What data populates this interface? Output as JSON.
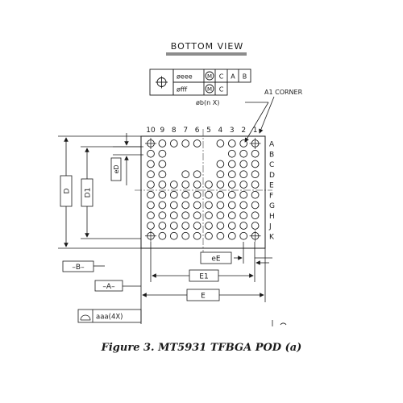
{
  "title": "BOTTOM VIEW",
  "fcf": {
    "row1": {
      "tol": "øeee",
      "mod": "M",
      "datums": [
        "C",
        "A",
        "B"
      ]
    },
    "row2": {
      "tol": "øfff",
      "mod": "M",
      "datums": [
        "C"
      ]
    }
  },
  "ball_note": "øb(n  X)",
  "a1_label": "A1 CORNER",
  "column_labels": [
    "10",
    "9",
    "8",
    "7",
    "6",
    "5",
    "4",
    "3",
    "2",
    "1"
  ],
  "row_labels": [
    "A",
    "B",
    "C",
    "D",
    "E",
    "F",
    "G",
    "H",
    "J",
    "K"
  ],
  "balls": [
    [
      1,
      1,
      1,
      1,
      1,
      0,
      1,
      1,
      1,
      1
    ],
    [
      1,
      1,
      0,
      0,
      0,
      0,
      0,
      1,
      1,
      1
    ],
    [
      1,
      1,
      0,
      0,
      0,
      0,
      1,
      1,
      1,
      1
    ],
    [
      1,
      1,
      0,
      1,
      1,
      0,
      1,
      1,
      1,
      1
    ],
    [
      1,
      1,
      1,
      1,
      1,
      1,
      1,
      1,
      1,
      1
    ],
    [
      1,
      1,
      1,
      1,
      1,
      1,
      1,
      1,
      1,
      1
    ],
    [
      1,
      1,
      1,
      1,
      1,
      1,
      1,
      1,
      1,
      1
    ],
    [
      1,
      1,
      1,
      1,
      1,
      1,
      1,
      1,
      1,
      1
    ],
    [
      1,
      1,
      1,
      1,
      1,
      1,
      1,
      1,
      1,
      1
    ],
    [
      1,
      1,
      1,
      1,
      1,
      1,
      1,
      1,
      1,
      1
    ]
  ],
  "dims": {
    "D": "D",
    "D1": "D1",
    "eD": "eD",
    "eE": "eE",
    "E1": "E1",
    "E": "E"
  },
  "datum_b": "–B–",
  "datum_a": "–A–",
  "flatness": "aaa(4X)",
  "caption": "Figure 3. MT5931 TFBGA POD (a)",
  "colors": {
    "line": "#1a1a1a",
    "background": "#ffffff"
  }
}
